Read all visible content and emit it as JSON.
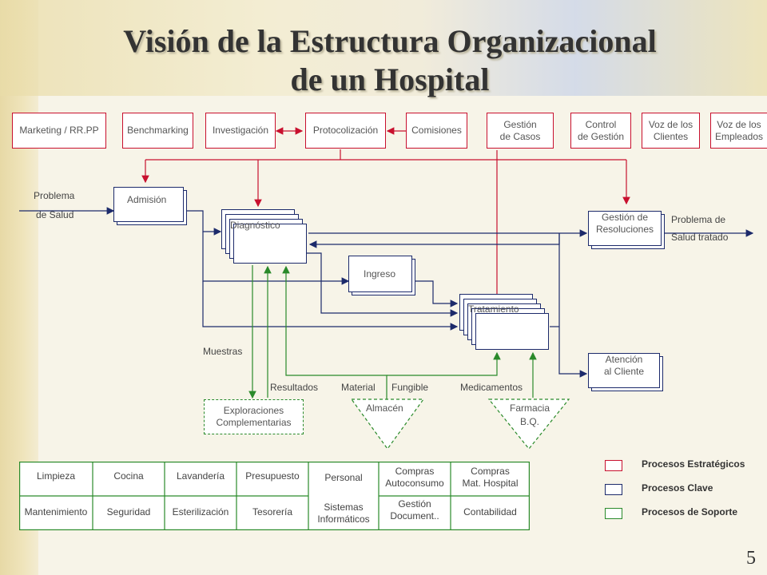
{
  "title": {
    "line1": "Visión de la Estructura Organizacional",
    "line2": "de un Hospital"
  },
  "strategic": {
    "marketing": "Marketing / RR.PP",
    "benchmarking": "Benchmarking",
    "investigacion": "Investigación",
    "protocolizacion": "Protocolización",
    "comisiones": "Comisiones",
    "gestion_casos": "Gestión\nde Casos",
    "control_gestion": "Control\nde Gestión",
    "voz_clientes": "Voz de los\nClientes",
    "voz_empleados": "Voz de los\nEmpleados"
  },
  "key": {
    "admision": "Admisión",
    "diagnostico": "Diagnóstico",
    "ingreso": "Ingreso",
    "tratamiento": "Tratamiento",
    "gestion_resoluciones": "Gestión de\nResoluciones",
    "atencion_cliente": "Atención\nal Cliente"
  },
  "support": {
    "exploraciones": "Exploraciones\nComplementarias",
    "almacen": "Almacén",
    "farmacia": "Farmacia\nB.Q."
  },
  "flow_labels": {
    "problema_salud_1": "Problema",
    "problema_salud_2": "de Salud",
    "problema_tratado_1": "Problema de",
    "problema_tratado_2": "Salud tratado",
    "muestras": "Muestras",
    "resultados": "Resultados",
    "material": "Material",
    "fungible": "Fungible",
    "medicamentos": "Medicamentos"
  },
  "support_table": {
    "limpieza": "Limpieza",
    "cocina": "Cocina",
    "lavanderia": "Lavandería",
    "presupuesto": "Presupuesto",
    "personal": "Personal",
    "compras_auto": "Compras\nAutoconsumo",
    "compras_mat": "Compras\nMat. Hospital",
    "mantenimiento": "Mantenimiento",
    "seguridad": "Seguridad",
    "esterilizacion": "Esterilización",
    "tesoreria": "Tesorería",
    "sistemas": "Sistemas\nInformáticos",
    "gestion_doc": "Gestión\nDocument..",
    "contabilidad": "Contabilidad"
  },
  "legend": {
    "estrategicos": "Procesos Estratégicos",
    "clave": "Procesos Clave",
    "soporte": "Procesos de Soporte"
  },
  "slide_number": "5",
  "colors": {
    "strategic": "#c8102e",
    "key": "#1c2a6b",
    "support": "#2a8a2a"
  }
}
